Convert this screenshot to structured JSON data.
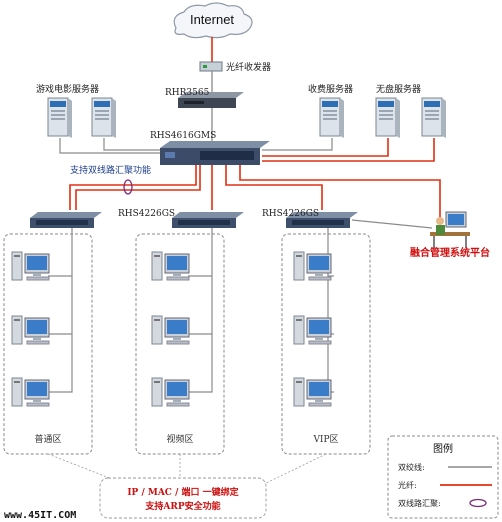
{
  "internet_label": "Internet",
  "fiber_transceiver_label": "光纤收发器",
  "router_label": "RHR3565",
  "core_switch_label": "RHS4616GMS",
  "game_server_label": "游戏电影服务器",
  "billing_server_label": "收费服务器",
  "diskless_server_label": "无盘服务器",
  "dual_link_label": "支持双线路汇聚功能",
  "access_switch_label_1": "RHS4226GS",
  "access_switch_label_2": "RHS4226GS",
  "management_platform_label": "融合管理系统平台",
  "zones": [
    "普通区",
    "视频区",
    "VIP区"
  ],
  "binding_text_line1": "IP / MAC / 端口 一键绑定",
  "binding_text_line2": "支持ARP安全功能",
  "legend": {
    "title": "图例",
    "twisted_pair": "双绞线:",
    "fiber": "光纤:",
    "dual_link": "双线路汇聚:"
  },
  "watermark": "www.45IT.COM",
  "colors": {
    "fiber": "#e03010",
    "twisted_pair": "#8a8a8a",
    "dual_link_mark": "#7a2a7a"
  },
  "icons": [
    "cloud-icon",
    "server-icon",
    "switch-icon",
    "router-icon",
    "pc-icon",
    "admin-workstation-icon"
  ]
}
